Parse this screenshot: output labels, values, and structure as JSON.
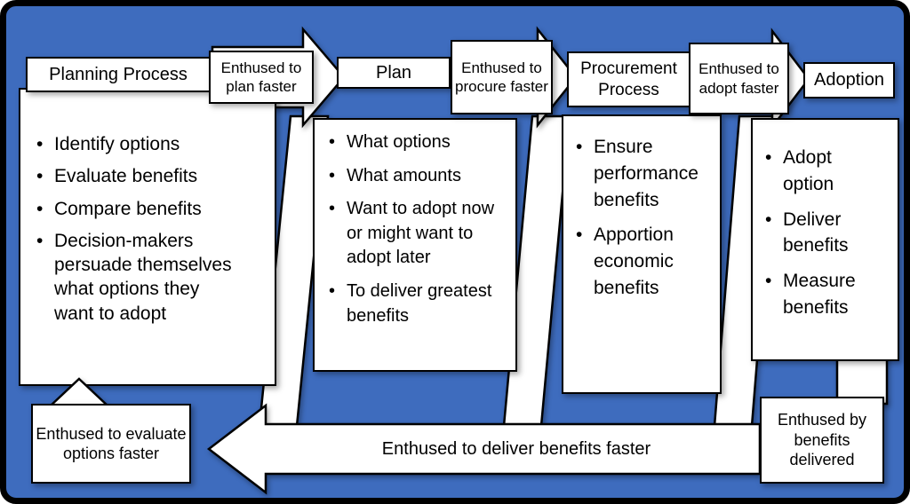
{
  "colors": {
    "background": "#3E6CBE",
    "box_fill": "#FFFFFF",
    "outline": "#000000"
  },
  "columns": [
    {
      "title": "Planning Process",
      "bullets": [
        "Identify options",
        "Evaluate benefits",
        "Compare benefits",
        "Decision-makers persuade themselves what options they want to adopt"
      ]
    },
    {
      "title": "Plan",
      "bullets": [
        "What options",
        "What amounts",
        "Want to adopt now or might want to adopt later",
        "To deliver greatest benefits"
      ]
    },
    {
      "title": "Procurement Process",
      "bullets": [
        "Ensure performance benefits",
        "Apportion economic benefits"
      ]
    },
    {
      "title": "Adoption",
      "bullets": [
        "Adopt option",
        "Deliver benefits",
        "Measure benefits"
      ]
    }
  ],
  "arrows": {
    "plan_faster": "Enthused to plan faster",
    "procure_faster": "Enthused to procure faster",
    "adopt_faster": "Enthused to adopt faster",
    "deliver_faster": "Enthused to deliver benefits faster",
    "evaluate_faster": "Enthused to evaluate options faster",
    "benefits_delivered": "Enthused by benefits delivered"
  }
}
